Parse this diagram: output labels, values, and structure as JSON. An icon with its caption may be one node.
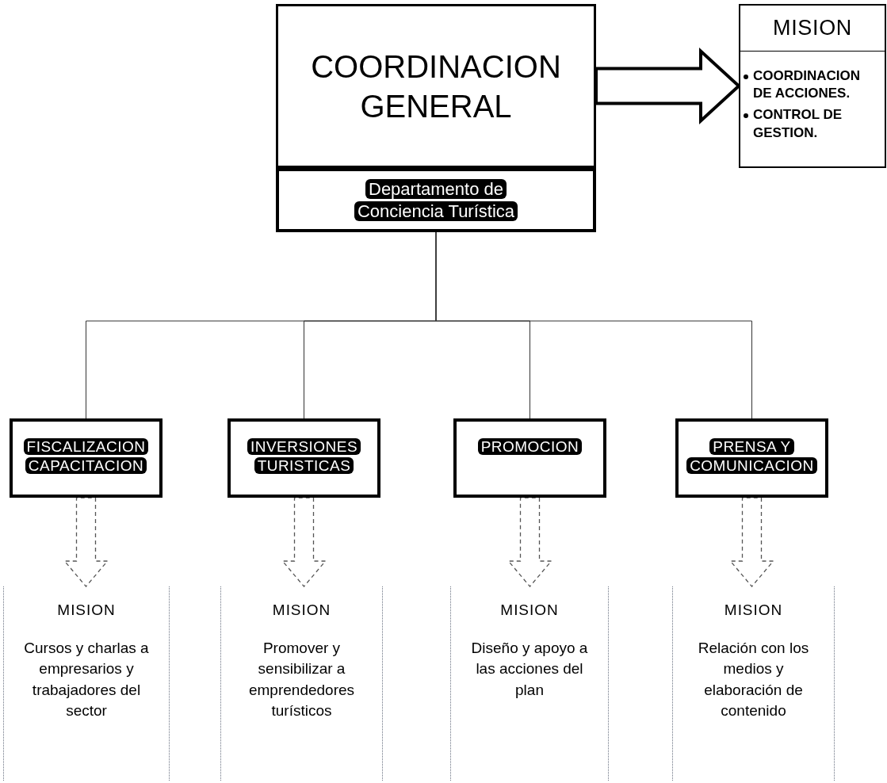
{
  "diagram": {
    "nodes": [
      {
        "text": [
          "COORDINACION GENERAL"
        ]
      },
      {
        "text": [
          "Departamento de Conciencia Turística"
        ]
      },
      {
        "text": [
          "MISION",
          "COORDINACION DE ACCIONES.",
          "CONTROL DE GESTION."
        ]
      },
      {
        "text": [
          "FISCALIZACION CAPACITACION"
        ]
      },
      {
        "text": [
          "INVERSIONES TURISTICAS"
        ]
      },
      {
        "text": [
          "PROMOCION"
        ]
      },
      {
        "text": [
          "PRENSA Y COMUNICACION"
        ]
      },
      {
        "text": [
          "MISION",
          "Cursos y charlas a empresarios y trabajadores del sector"
        ]
      },
      {
        "text": [
          "MISION",
          "Promover y sensibilizar a emprendedores turísticos"
        ]
      },
      {
        "text": [
          "MISION",
          "Diseño y apoyo a las acciones del plan"
        ]
      },
      {
        "text": [
          "MISION",
          "Relación con los medios y elaboración de contenido"
        ]
      }
    ],
    "edges": [
      {
        "from": 0,
        "to": 2,
        "arrow": "to",
        "style": "thick"
      },
      {
        "from": 1,
        "to": 3,
        "arrow": "none"
      },
      {
        "from": 1,
        "to": 4,
        "arrow": "none"
      },
      {
        "from": 1,
        "to": 5,
        "arrow": "none"
      },
      {
        "from": 1,
        "to": 6,
        "arrow": "none"
      },
      {
        "from": 3,
        "to": 7,
        "arrow": "to",
        "style": "dashed"
      },
      {
        "from": 4,
        "to": 8,
        "arrow": "to",
        "style": "dashed"
      },
      {
        "from": 5,
        "to": 9,
        "arrow": "to",
        "style": "dashed"
      },
      {
        "from": 6,
        "to": 10,
        "arrow": "to",
        "style": "dashed"
      }
    ]
  }
}
